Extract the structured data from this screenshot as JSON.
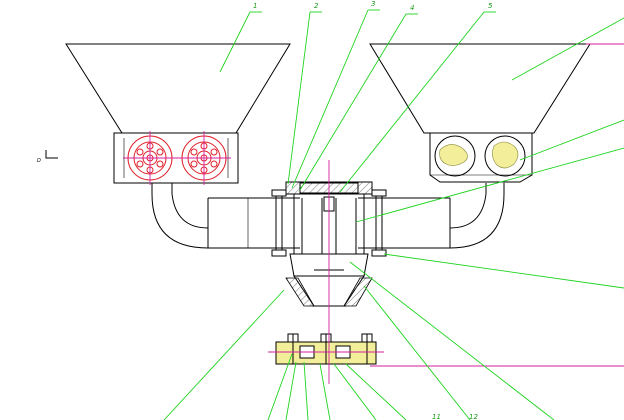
{
  "callouts": [
    {
      "label": "1"
    },
    {
      "label": "2"
    },
    {
      "label": "3"
    },
    {
      "label": "4"
    },
    {
      "label": "5"
    },
    {
      "label": "11"
    },
    {
      "label": "12"
    }
  ],
  "section_mark": "D",
  "colors": {
    "outline": "#000000",
    "leader": "#1fd41f",
    "label": "#1a9a1a",
    "centerline": "#d61f9d",
    "gear": "#e0202a",
    "fill_yellow": "#f3ee9a",
    "hatch": "#7f7f7f"
  }
}
